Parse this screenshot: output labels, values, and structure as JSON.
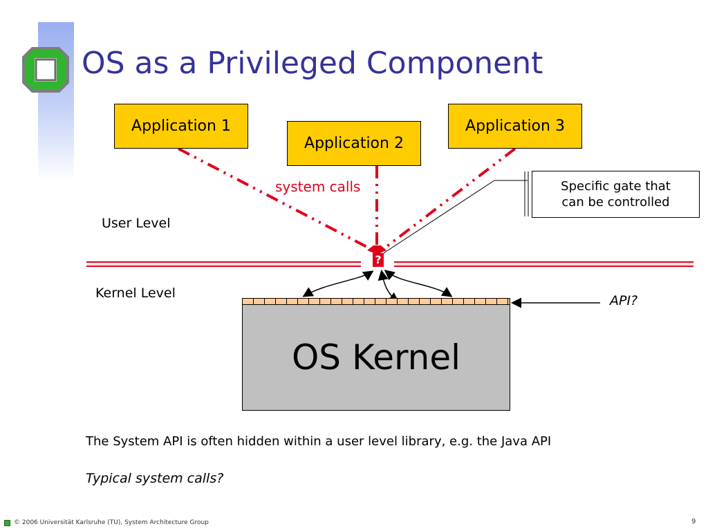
{
  "slide": {
    "title": "OS as a Privileged Component",
    "page_number": "9",
    "footer": "© 2006 Universität Karlsruhe (TU), System Architecture Group"
  },
  "diagram": {
    "applications": [
      "Application 1",
      "Application 2",
      "Application 3"
    ],
    "system_calls_label": "system calls",
    "gate_callout": [
      "Specific gate that",
      "can be controlled"
    ],
    "gate_mark": "?",
    "user_level_label": "User Level",
    "kernel_level_label": "Kernel Level",
    "api_label": "API?",
    "kernel_label": "OS Kernel"
  },
  "text": {
    "note": "The System API is often hidden within a user level library, e.g. the Java API",
    "question": "Typical system calls?"
  },
  "colors": {
    "title": "#333399",
    "app_box": "#ffcc00",
    "system_calls": "#e0001b",
    "kernel_box": "#c0c0c0",
    "boundary_line": "#e0001b"
  }
}
